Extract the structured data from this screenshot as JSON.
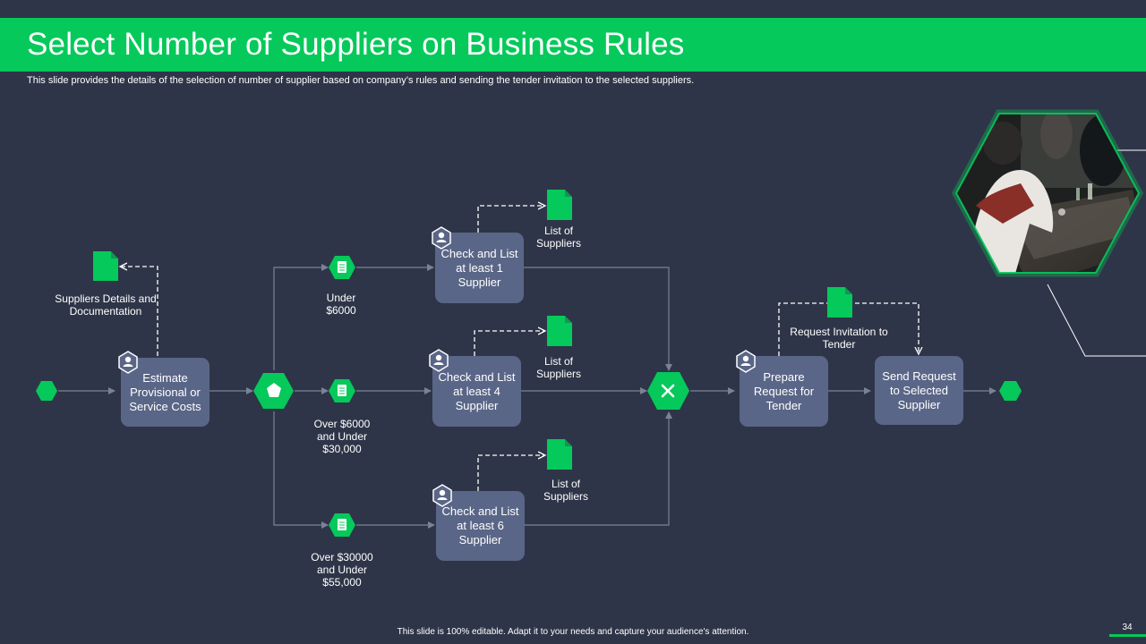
{
  "title": "Select Number of Suppliers on Business Rules",
  "subtitle": "This slide provides the details of the selection of number of supplier based on company’s rules and sending the tender invitation to the selected suppliers.",
  "footer": "This slide is 100% editable.  Adapt it to your needs and capture your audience's attention.",
  "page_number": "34",
  "colors": {
    "accent": "#05c95a",
    "background": "#2e3548",
    "box": "#5a6687",
    "connector": "#7a8296"
  },
  "flow": {
    "estimate": "Estimate Provisional or Service Costs",
    "suppliers_details": "Suppliers Details and Documentation",
    "under_6000": "Under $6000",
    "over_6000": "Over $6000 and Under $30,000",
    "over_30000": "Over $30000 and Under $55,000",
    "check_1": "Check and List at least 1 Supplier",
    "check_4": "Check and List at least 4 Supplier",
    "check_6": "Check and List at least 6 Supplier",
    "list_suppliers_1": "List of Suppliers",
    "list_suppliers_2": "List of Suppliers",
    "list_suppliers_3": "List of Suppliers",
    "prepare": "Prepare Request for Tender",
    "request_invitation": "Request Invitation to Tender",
    "send": "Send Request to Selected Supplier"
  },
  "icons": {
    "start": "start-event-hexagon",
    "end": "end-event-hexagon",
    "gateway_split": "pentagon-gateway-icon",
    "gateway_merge": "x-gateway-icon",
    "document": "document-icon",
    "person": "person-icon",
    "photo": "team-meeting-photo"
  }
}
